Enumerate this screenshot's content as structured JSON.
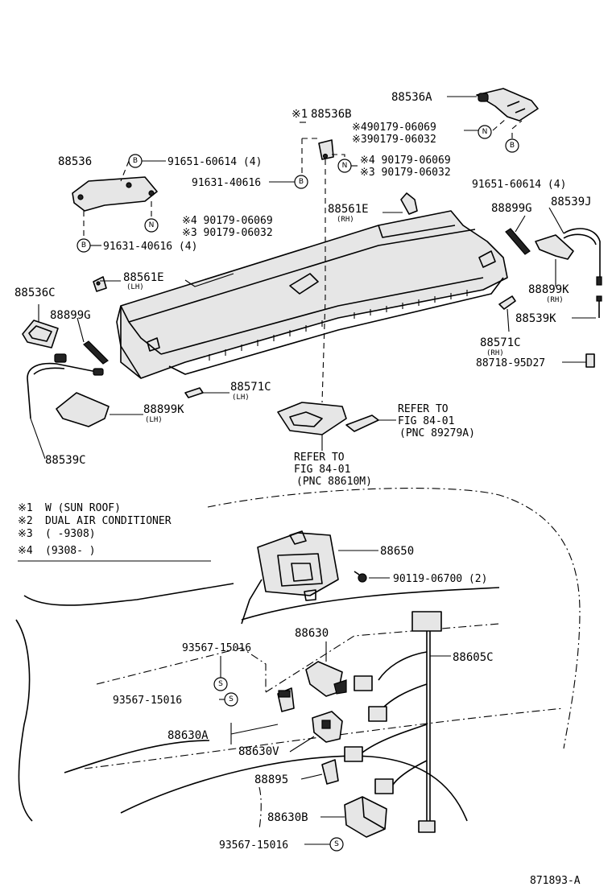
{
  "callouts": {
    "p88536A": "88536A",
    "p88536B": "88536B",
    "mark1": "※1",
    "n1a": "※490179-06069",
    "n1b": "※390179-06032",
    "n2a": "※4 90179-06069",
    "n2b": "※3 90179-06032",
    "n3a": "※4 90179-06069",
    "n3b": "※3 90179-06032",
    "b_right": "91651-60614 (4)",
    "p88536": "88536",
    "b_left_top": "91651-60614 (4)",
    "b_center": "91631-40616",
    "b_left_bottom": "91631-40616 (4)",
    "p88561E_rh": "88561E",
    "rh1": "(RH)",
    "p88899G_r": "88899G",
    "p88539J": "88539J",
    "p88561E_lh": "88561E",
    "lh1": "(LH)",
    "p88536C": "88536C",
    "p88899G_l": "88899G",
    "p88899K_r": "88899K",
    "rh2": "(RH)",
    "p88539K": "88539K",
    "p88571C_r": "88571C",
    "rh3": "(RH)",
    "p88718": "88718-95D27",
    "p88571C_l": "88571C",
    "lh2": "(LH)",
    "p88899K_l": "88899K",
    "lh3": "(LH)",
    "p88539C": "88539C",
    "ref1a": "REFER TO",
    "ref1b": "FIG 84-01",
    "ref1c": "(PNC 89279A)",
    "ref2a": "REFER TO",
    "ref2b": "FIG 84-01",
    "ref2c": "(PNC 88610M)",
    "p88650": "88650",
    "p90119": "90119-06700 (2)",
    "p88630": "88630",
    "s93567_a": "93567-15016",
    "p88605C": "88605C",
    "s93567_b": "93567-15016",
    "p88630A": "88630A",
    "p88630V": "88630V",
    "p88895": "88895",
    "p88630B": "88630B",
    "s93567_c": "93567-15016",
    "figno": "871893-A"
  },
  "notes": [
    {
      "mark": "※1",
      "text": "W (SUN ROOF)"
    },
    {
      "mark": "※2",
      "text": "DUAL AIR CONDITIONER"
    },
    {
      "mark": "※3",
      "text": "(      -9308)"
    },
    {
      "mark": "※4",
      "text": "(9308-      )"
    }
  ],
  "circle_symbols": {
    "bolt": "B",
    "nut": "N",
    "screw": "S"
  }
}
